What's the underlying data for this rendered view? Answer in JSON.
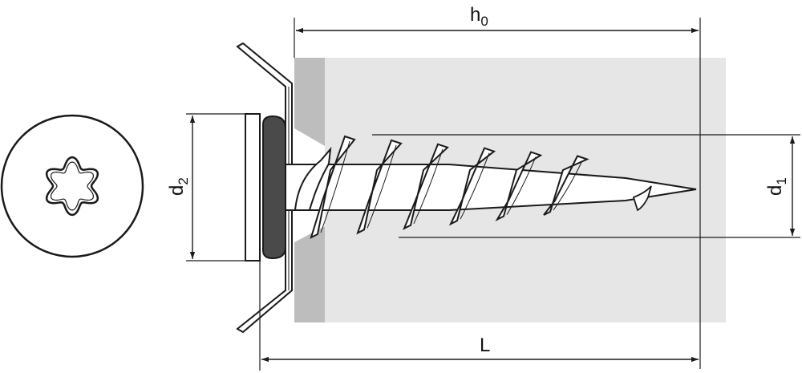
{
  "labels": {
    "h0": {
      "main": "h",
      "sub": "0"
    },
    "L": {
      "main": "L"
    },
    "d1": {
      "main": "d",
      "sub": "1"
    },
    "d2": {
      "main": "d",
      "sub": "2"
    }
  },
  "colors": {
    "line": "#1a1a1a",
    "substrate": "#e6e6e6",
    "board": "#bdbdbd",
    "washer": "#4a4a4a",
    "screw_fill": "#ffffff",
    "background": "#ffffff"
  },
  "icons": {
    "head_view": "torx-head-icon"
  }
}
